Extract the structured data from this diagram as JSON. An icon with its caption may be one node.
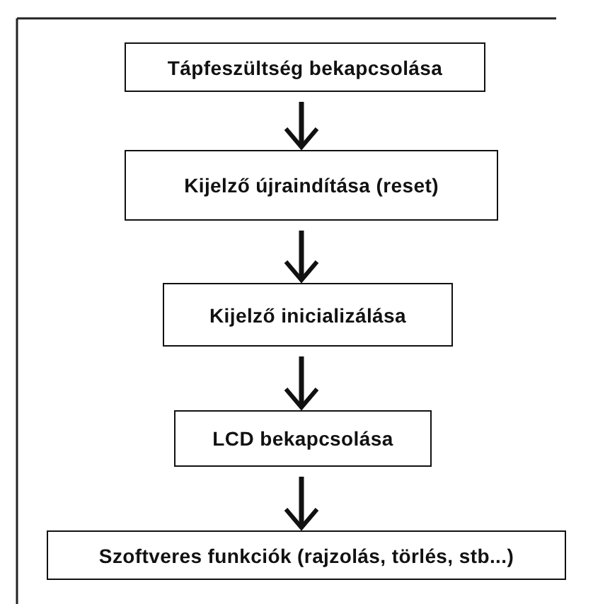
{
  "diagram": {
    "nodes": [
      {
        "text": [
          "Tápfeszültség bekapcsolása"
        ]
      },
      {
        "text": [
          "Kijelző újraindítása (reset)"
        ]
      },
      {
        "text": [
          "Kijelző inicializálása"
        ]
      },
      {
        "text": [
          "LCD bekapcsolása"
        ]
      },
      {
        "text": [
          "Szoftveres funkciók (rajzolás, törlés, stb...)"
        ]
      }
    ],
    "edges": [
      {
        "from": 0,
        "to": 1,
        "arrow": "to"
      },
      {
        "from": 1,
        "to": 2,
        "arrow": "to"
      },
      {
        "from": 2,
        "to": 3,
        "arrow": "to"
      },
      {
        "from": 3,
        "to": 4,
        "arrow": "to"
      }
    ]
  }
}
